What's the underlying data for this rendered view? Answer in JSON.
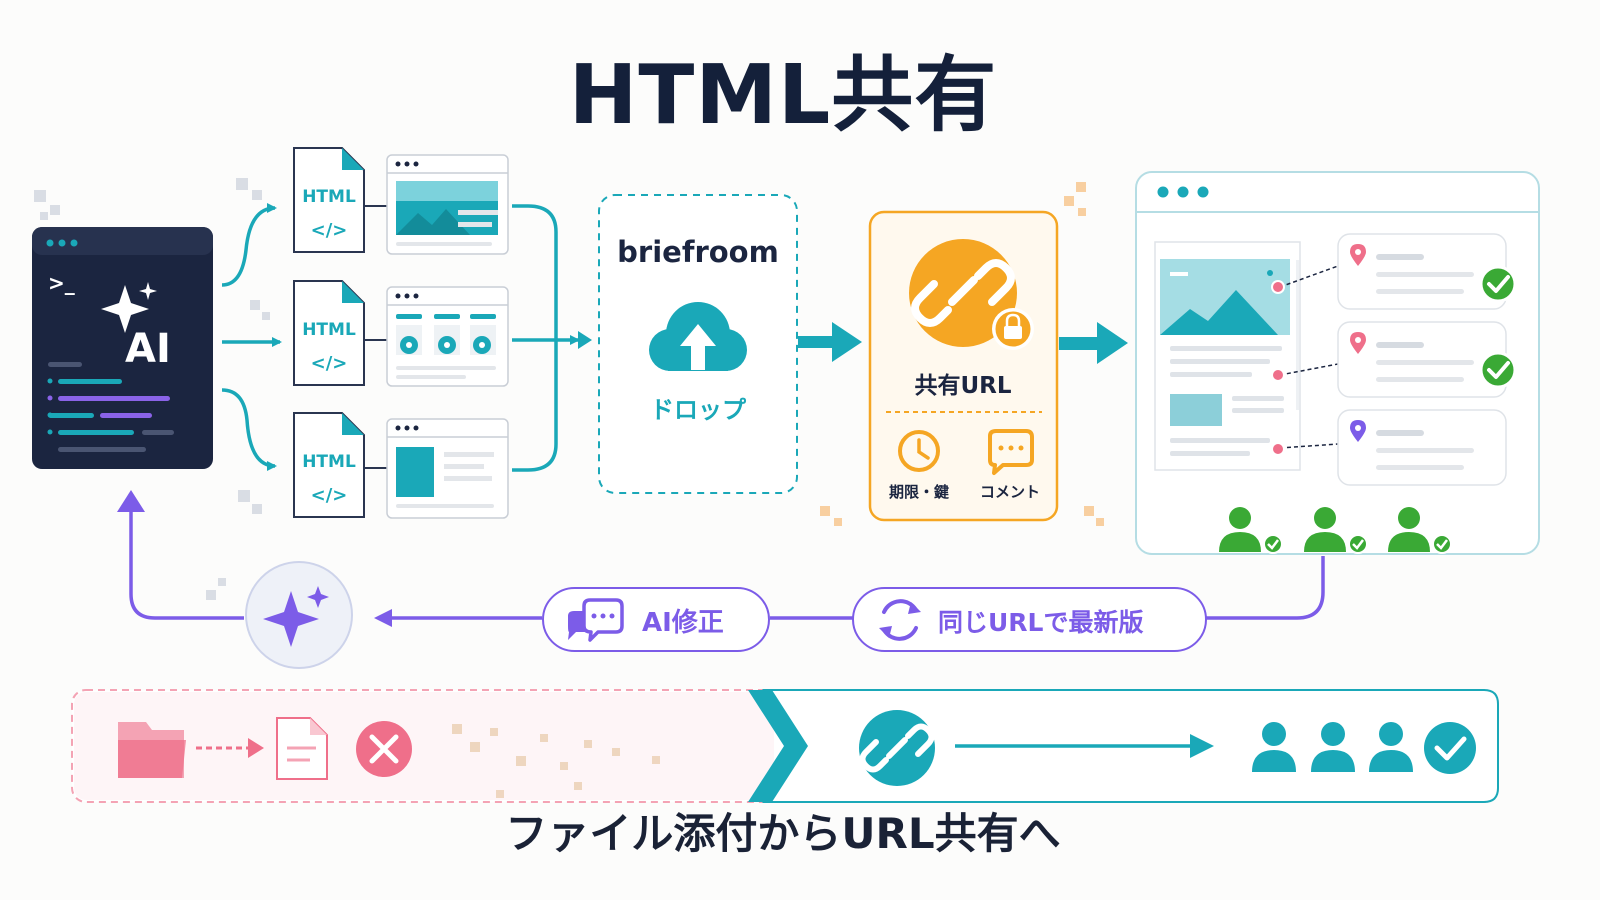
{
  "title": "HTML共有",
  "ai_terminal": {
    "prompt": ">_",
    "label": "AI"
  },
  "html_files": [
    {
      "label": "HTML",
      "code": "</>"
    },
    {
      "label": "HTML",
      "code": "</>"
    },
    {
      "label": "HTML",
      "code": "</>"
    }
  ],
  "dropzone": {
    "brand": "briefroom",
    "action": "ドロップ"
  },
  "share_card": {
    "title": "共有URL",
    "features": [
      "期限・鍵",
      "コメント"
    ]
  },
  "feedback_loop": {
    "ai_fix": "AI修正",
    "same_url": "同じURLで最新版"
  },
  "comparison": {
    "caption": "ファイル添付からURL共有へ"
  },
  "colors": {
    "teal": "#1aa8b8",
    "orange": "#f5a623",
    "purple": "#7c5ce8",
    "green": "#3aa935",
    "pink": "#ef6f8a",
    "navy": "#1b2540"
  }
}
